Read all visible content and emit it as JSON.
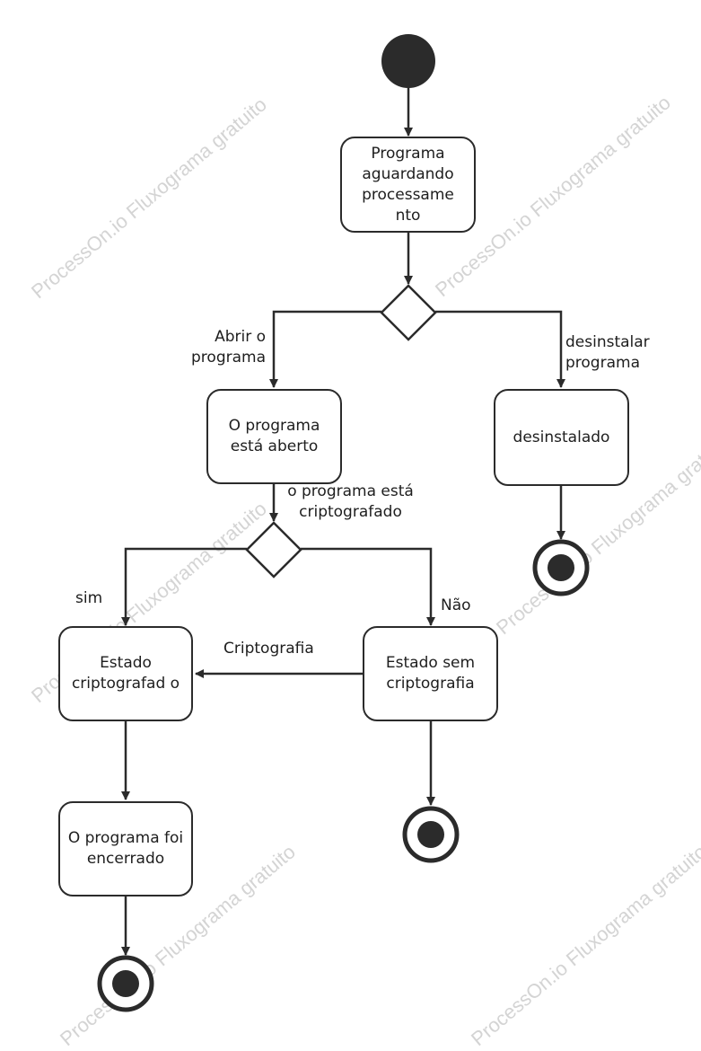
{
  "watermark": "ProcessOn.io Fluxograma gratuito",
  "colors": {
    "stroke": "#2b2b2b",
    "fill_dark": "#2b2b2b",
    "text": "#1e1e1e",
    "watermark": "#d4d4d4"
  },
  "nodes": {
    "waiting": "Programa aguardando processame nto",
    "open": "O programa está aberto",
    "uninstalled": "desinstalado",
    "encrypted": "Estado criptografad o",
    "unencrypted": "Estado sem criptografia",
    "closed": "O programa foi encerrado"
  },
  "edge_labels": {
    "open_program": "Abrir o programa",
    "uninstall_program": "desinstalar programa",
    "is_encrypted": "o programa está criptografado",
    "yes": "sim",
    "no": "Não",
    "encryption": "Criptografia"
  }
}
